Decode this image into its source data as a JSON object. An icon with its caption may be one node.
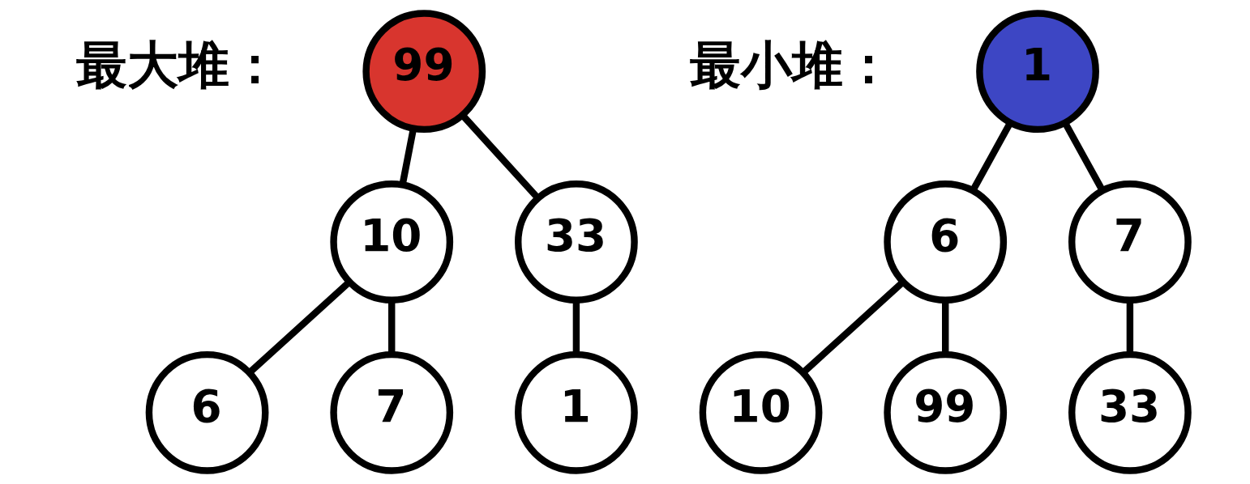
{
  "diagram": {
    "nodes": [
      {
        "text": [
          "99"
        ]
      },
      {
        "text": [
          "10"
        ]
      },
      {
        "text": [
          "33"
        ]
      },
      {
        "text": [
          "6"
        ]
      },
      {
        "text": [
          "7"
        ]
      },
      {
        "text": [
          "1"
        ]
      },
      {
        "text": [
          "1"
        ]
      },
      {
        "text": [
          "6"
        ]
      },
      {
        "text": [
          "7"
        ]
      },
      {
        "text": [
          "10"
        ]
      },
      {
        "text": [
          "99"
        ]
      },
      {
        "text": [
          "33"
        ]
      }
    ],
    "edges": [
      {
        "from": 0,
        "to": 1,
        "arrow": "none"
      },
      {
        "from": 0,
        "to": 2,
        "arrow": "none"
      },
      {
        "from": 1,
        "to": 3,
        "arrow": "none"
      },
      {
        "from": 1,
        "to": 4,
        "arrow": "none"
      },
      {
        "from": 2,
        "to": 5,
        "arrow": "none"
      },
      {
        "from": 6,
        "to": 7,
        "arrow": "none"
      },
      {
        "from": 6,
        "to": 8,
        "arrow": "none"
      },
      {
        "from": 7,
        "to": 9,
        "arrow": "none"
      },
      {
        "from": 7,
        "to": 10,
        "arrow": "none"
      },
      {
        "from": 8,
        "to": 11,
        "arrow": "none"
      }
    ],
    "labels": [
      "最大堆：",
      "最小堆："
    ]
  }
}
